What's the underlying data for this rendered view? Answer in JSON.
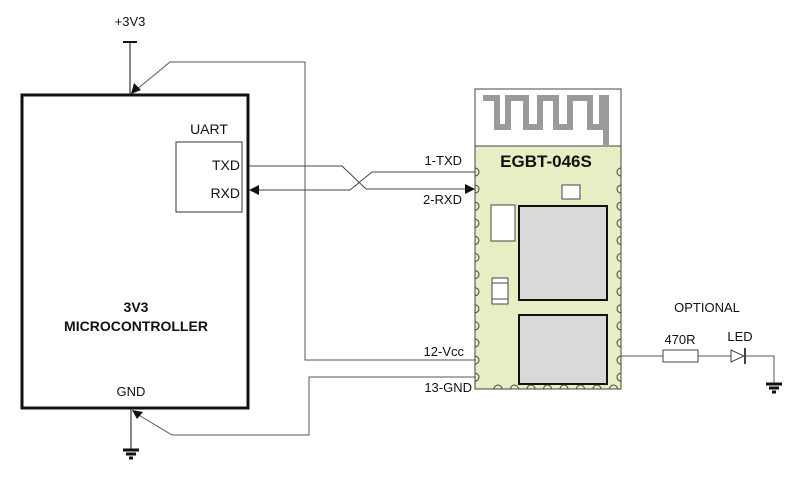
{
  "diagram": {
    "supply_label": "+3V3",
    "mcu": {
      "title_line1": "3V3",
      "title_line2": "MICROCONTROLLER",
      "gnd_label": "GND",
      "uart_label": "UART",
      "txd_label": "TXD",
      "rxd_label": "RXD"
    },
    "module": {
      "name": "EGBT-046S",
      "pins": {
        "txd": "1-TXD",
        "rxd": "2-RXD",
        "vcc": "12-Vcc",
        "gnd": "13-GND"
      }
    },
    "optional": {
      "label": "OPTIONAL",
      "resistor": "470R",
      "led": "LED"
    },
    "colors": {
      "module_fill": "#e9edc3",
      "chip_fill": "#d9d9d9",
      "antenna": "#9a9a9a",
      "wire": "#555555"
    }
  }
}
